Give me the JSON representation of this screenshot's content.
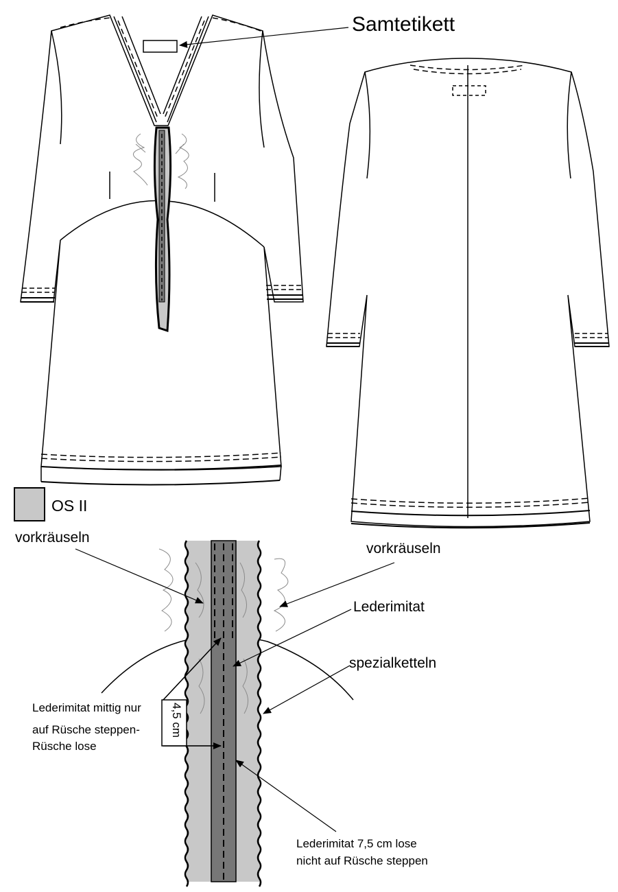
{
  "labels": {
    "samtetikett": "Samtetikett",
    "legend_os2": "OS II",
    "vorkraeuseln_left": "vorkräuseln",
    "vorkraeuseln_right": "vorkräuseln",
    "lederimitat": "Lederimitat",
    "spezialketteln": "spezialketteln",
    "measure_45": "4,5 cm",
    "note_left_line1": "Lederimitat  mittig nur",
    "note_left_line2": "auf Rüsche steppen-",
    "note_left_line3": "Rüsche lose",
    "note_bottom_line1": "Lederimitat 7,5 cm lose",
    "note_bottom_line2": "nicht auf Rüsche steppen"
  },
  "colors": {
    "line": "#000000",
    "fill_os2": "#c8c8c8",
    "fill_leather": "#777777",
    "ruffle_stroke": "#8a8a8a"
  }
}
